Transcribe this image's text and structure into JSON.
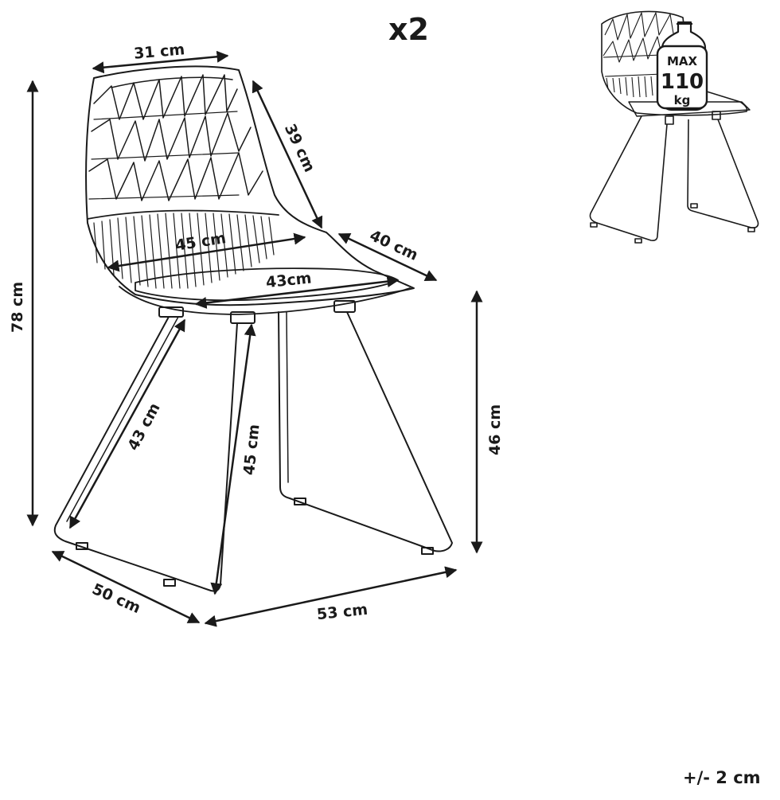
{
  "quantity": "x2",
  "tolerance": "+/- 2 cm",
  "dimensions": {
    "backrest_top_width": "31 cm",
    "backrest_height": "39 cm",
    "seat_width": "45 cm",
    "seat_depth_side": "40 cm",
    "seat_front_width": "43cm",
    "total_height": "78 cm",
    "front_leg": "43 cm",
    "back_leg": "45 cm",
    "seat_height": "46 cm",
    "base_depth": "50 cm",
    "base_width": "53 cm"
  },
  "load_badge": {
    "line1": "MAX",
    "line2": "110",
    "line3": "kg"
  },
  "colors": {
    "line": "#1a1a1a",
    "badge_fill": "#ffffff"
  }
}
